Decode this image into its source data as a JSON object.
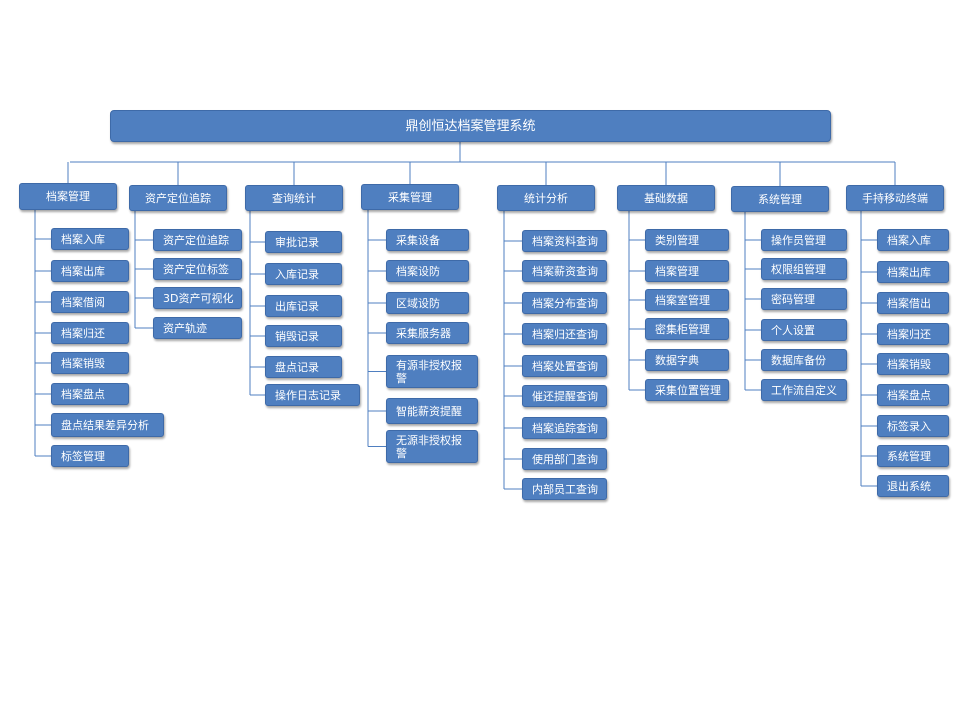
{
  "colors": {
    "box_fill": "#4f7fc0",
    "box_border": "#3e6aa8",
    "line": "#4f7fc0",
    "text": "#ffffff"
  },
  "root": {
    "label": "鼎创恒达档案管理系统"
  },
  "categories": [
    {
      "label": "档案管理",
      "children": [
        "档案入库",
        "档案出库",
        "档案借阅",
        "档案归还",
        "档案销毁",
        "档案盘点",
        "盘点结果差异分析",
        "标签管理"
      ]
    },
    {
      "label": "资产定位追踪",
      "children": [
        "资产定位追踪",
        "资产定位标签",
        "3D资产可视化",
        "资产轨迹"
      ]
    },
    {
      "label": "查询统计",
      "children": [
        "审批记录",
        "入库记录",
        "出库记录",
        "销毁记录",
        "盘点记录",
        "操作日志记录"
      ]
    },
    {
      "label": "采集管理",
      "children": [
        "采集设备",
        "档案设防",
        "区域设防",
        "采集服务器",
        "有源非授权报警",
        "智能薪资提醒",
        "无源非授权报警"
      ]
    },
    {
      "label": "统计分析",
      "children": [
        "档案资料查询",
        "档案薪资查询",
        "档案分布查询",
        "档案归还查询",
        "档案处置查询",
        "催还提醒查询",
        "档案追踪查询",
        "使用部门查询",
        "内部员工查询"
      ]
    },
    {
      "label": "基础数据",
      "children": [
        "类别管理",
        "档案管理",
        "档案室管理",
        "密集柜管理",
        "数据字典",
        "采集位置管理"
      ]
    },
    {
      "label": "系统管理",
      "children": [
        "操作员管理",
        "权限组管理",
        "密码管理",
        "个人设置",
        "数据库备份",
        "工作流自定义"
      ]
    },
    {
      "label": "手持移动终端",
      "children": [
        "档案入库",
        "档案出库",
        "档案借出",
        "档案归还",
        "档案销毁",
        "档案盘点",
        "标签录入",
        "系统管理",
        "退出系统"
      ]
    }
  ]
}
